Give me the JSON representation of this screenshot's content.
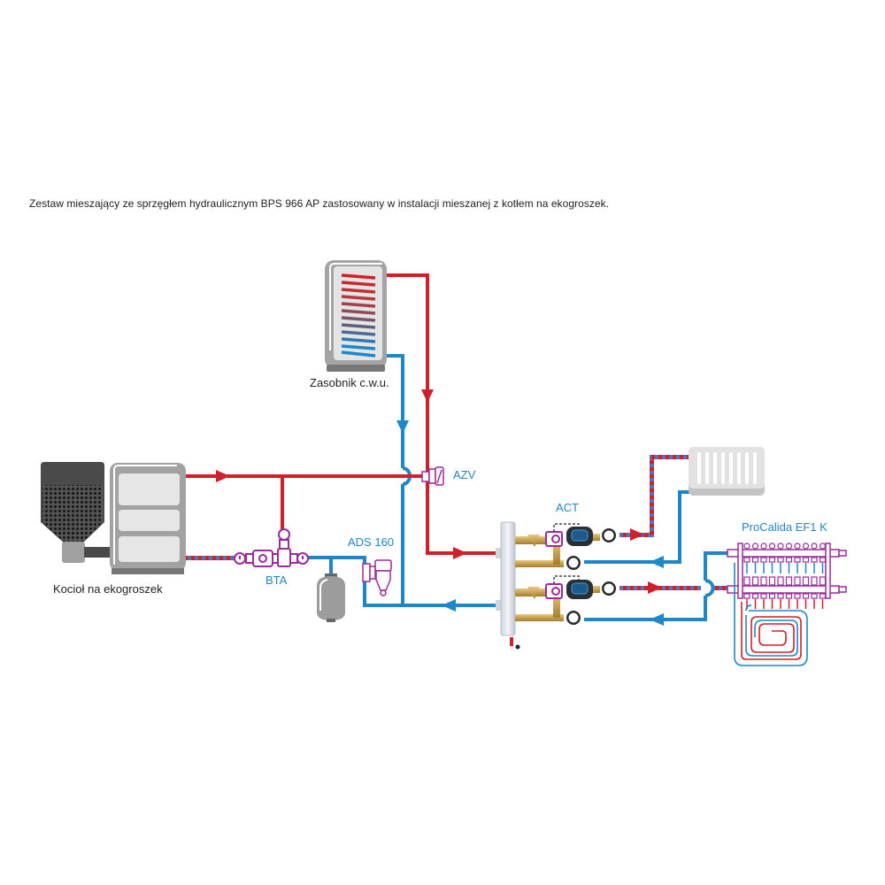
{
  "caption": "Zestaw mieszający ze sprzęgłem hydraulicznym BPS 966 AP zastosowany w instalacji mieszanej z kotłem na ekogroszek.",
  "labels": {
    "tank": "Zasobnik c.w.u.",
    "boiler": "Kocioł na ekogroszek",
    "bta": "BTA",
    "ads": "ADS 160",
    "azv": "AZV",
    "act": "ACT",
    "manifold": "ProCalida EF1 K"
  },
  "colors": {
    "supply": "#d0202a",
    "return": "#1e87c8",
    "fitting": "#9b2a9b",
    "grey_body": "#9a9a9a",
    "grey_dark": "#555555",
    "brass": "#c9a050",
    "label_blue": "#1f86c7"
  },
  "components": [
    {
      "id": "tank",
      "icon": "hot-water-tank-icon"
    },
    {
      "id": "boiler",
      "icon": "pellet-boiler-icon"
    },
    {
      "id": "hopper",
      "icon": "fuel-hopper-icon"
    },
    {
      "id": "bta",
      "icon": "thermostatic-valve-icon"
    },
    {
      "id": "ads",
      "icon": "dirt-separator-icon"
    },
    {
      "id": "expansion",
      "icon": "expansion-vessel-icon"
    },
    {
      "id": "azv",
      "icon": "zone-valve-icon"
    },
    {
      "id": "coupler",
      "icon": "hydraulic-coupler-icon"
    },
    {
      "id": "act",
      "icon": "actuator-icon"
    },
    {
      "id": "radiator",
      "icon": "radiator-icon"
    },
    {
      "id": "manifold",
      "icon": "manifold-icon"
    },
    {
      "id": "floor_loop",
      "icon": "underfloor-heating-coil-icon"
    }
  ]
}
